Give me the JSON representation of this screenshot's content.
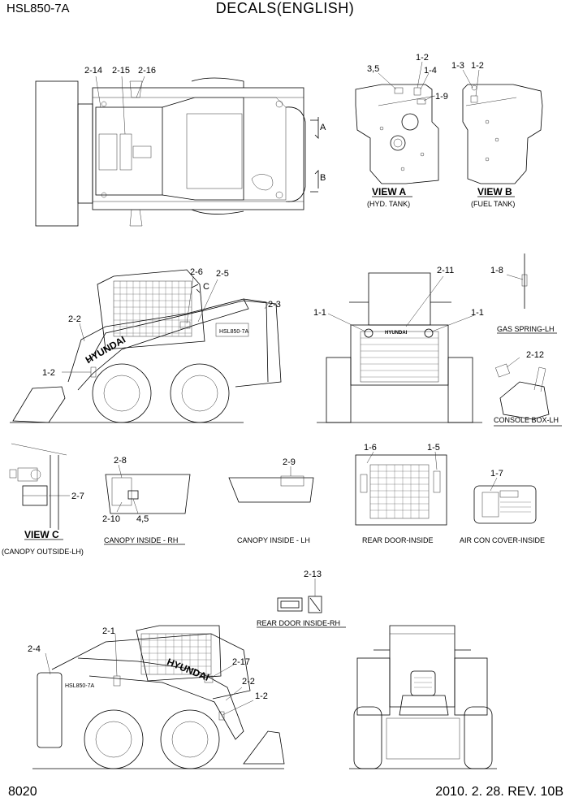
{
  "header": {
    "model": "HSL850-7A",
    "title": "DECALS(ENGLISH)"
  },
  "footer": {
    "page": "8020",
    "revision": "2010. 2. 28. REV. 10B"
  },
  "views": {
    "view_a": {
      "label": "VIEW A",
      "sub": "(HYD. TANK)"
    },
    "view_b": {
      "label": "VIEW B",
      "sub": "(FUEL TANK)"
    },
    "view_c": {
      "label": "VIEW C",
      "sub": "(CANOPY OUTSIDE-LH)"
    },
    "arrow_a": "A",
    "arrow_b": "B",
    "arrow_c": "C"
  },
  "captions": {
    "gas_spring": "GAS SPRING-LH",
    "console_box": "CONSOLE BOX-LH",
    "canopy_rh": "CANOPY INSIDE - RH",
    "canopy_lh": "CANOPY INSIDE - LH",
    "rear_door_inside": "REAR DOOR-INSIDE",
    "air_con_cover": "AIR CON COVER-INSIDE",
    "rear_door_inside_rh": "REAR DOOR INSIDE-RH"
  },
  "machine_text": {
    "brand": "HYUNDAI",
    "model_badge": "HSL850-7A"
  },
  "callouts": {
    "top_2_14": "2-14",
    "top_2_15": "2-15",
    "top_2_16": "2-16",
    "va_3_5": "3,5",
    "va_1_2": "1-2",
    "va_1_4": "1-4",
    "va_1_9": "1-9",
    "vb_1_3": "1-3",
    "vb_1_2": "1-2",
    "side_2_6": "2-6",
    "side_2_5": "2-5",
    "side_2_3": "2-3",
    "side_2_2": "2-2",
    "side_1_2": "1-2",
    "front_2_11": "2-11",
    "front_1_1_left": "1-1",
    "front_1_1_right": "1-1",
    "gas_1_8": "1-8",
    "console_2_12": "2-12",
    "vc_2_7": "2-7",
    "rh_2_8": "2-8",
    "rh_2_10": "2-10",
    "rh_4_5": "4,5",
    "lh_2_9": "2-9",
    "rd_1_6": "1-6",
    "rd_1_5": "1-5",
    "ac_1_7": "1-7",
    "rdrh_2_13": "2-13",
    "rs_2_1": "2-1",
    "rs_2_4": "2-4",
    "rs_2_17": "2-17",
    "rs_2_2": "2-2",
    "rs_1_2": "1-2"
  }
}
